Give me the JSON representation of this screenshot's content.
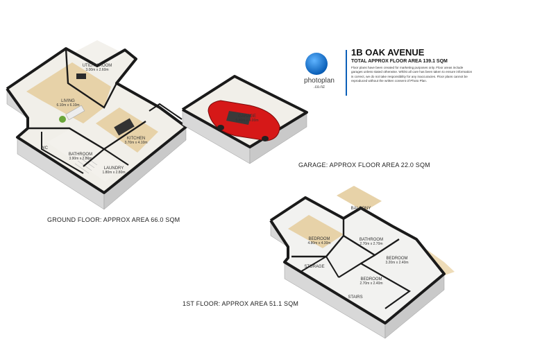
{
  "header": {
    "logo_text": "photoplan",
    "logo_sub": ".co.nz",
    "title": "1B OAK AVENUE",
    "subtitle": "TOTAL APPROX FLOOR AREA 139.1 SQM",
    "disclaimer": "Floor plans have been created for marketing purposes only. Floor areas include garages unless stated otherwise. Whilst all care has been taken to ensure information is correct, we do not take responsibility for any inaccuracies. Floor plans cannot be reproduced without the written consent of Photo Plan."
  },
  "floors": {
    "ground": "GROUND FLOOR: APPROX AREA 66.0 SQM",
    "garage": "GARAGE: APPROX FLOOR AREA 22.0 SQM",
    "first": "1ST FLOOR: APPROX AREA 51.1 SQM"
  },
  "rooms": {
    "utility": {
      "name": "UTILITY ROOM",
      "dim": "3.00m x 2.60m"
    },
    "living": {
      "name": "LIVING",
      "dim": "6.10m x 6.10m"
    },
    "kitchen": {
      "name": "KITCHEN",
      "dim": "3.70m x 4.10m"
    },
    "bathroom_g": {
      "name": "BATHROOM",
      "dim": "3.90m x 2.80m"
    },
    "laundry": {
      "name": "LAUNDRY",
      "dim": "1.80m x 2.80m"
    },
    "wc": {
      "name": "WC"
    },
    "garage": {
      "name": "GARAGE",
      "dim": "5.40m x 4.00m"
    },
    "balcony": {
      "name": "BALCONY"
    },
    "bedroom1": {
      "name": "BEDROOM",
      "dim": "4.80m x 4.30m"
    },
    "bathroom_1": {
      "name": "BATHROOM",
      "dim": "2.70m x 2.70m"
    },
    "bedroom2": {
      "name": "BEDROOM",
      "dim": "3.20m x 2.40m"
    },
    "storage": {
      "name": "STORAGE"
    },
    "bedroom3": {
      "name": "BEDROOM",
      "dim": "2.70m x 2.40m"
    },
    "stairs": {
      "name": "STAIRS"
    }
  },
  "colors": {
    "wall": "#1a1a1a",
    "wall_side": "#d8d8d8",
    "floor_wood": "#e7d2a8",
    "floor_tile": "#f1efe9",
    "floor_carpet": "#f2f2f0",
    "brand": "#0a5fb8",
    "car": "#d61818"
  }
}
